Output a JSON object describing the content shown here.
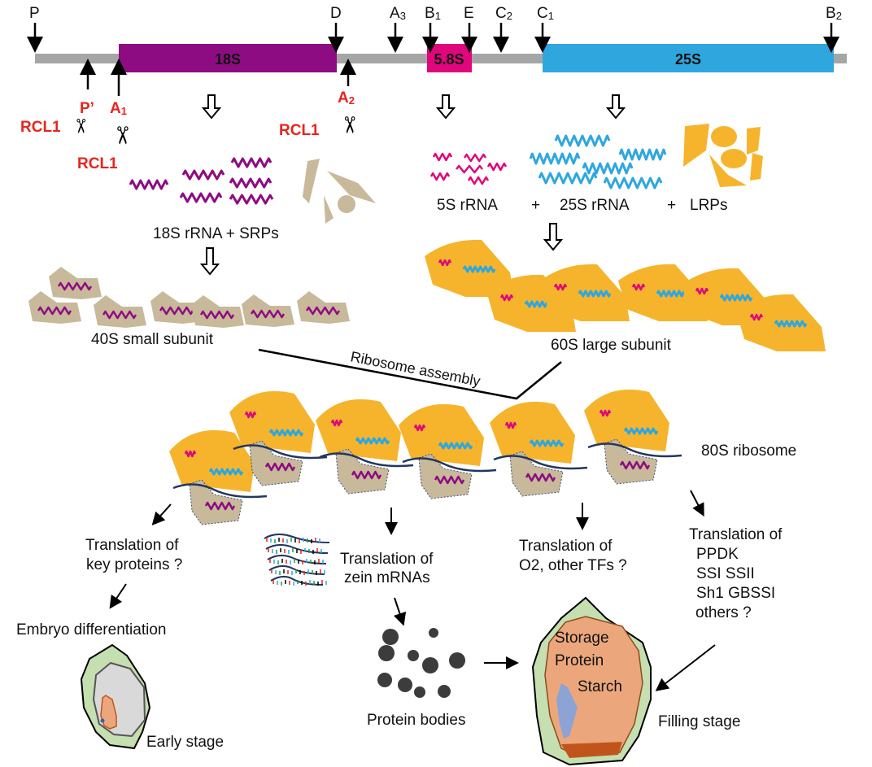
{
  "colors": {
    "spacer": "#a6a6a6",
    "rRNA_18S": "#8e0c82",
    "rRNA_5_8S": "#e0067c",
    "rRNA_25S": "#2fa7de",
    "small_subunit": "#c8b99a",
    "large_subunit": "#f6b42d",
    "rcl1_label": "#e8241d",
    "seed_pericarp": "#c5dfb0",
    "endosperm_early": "#d9d9d9",
    "endosperm_filling": "#eba77b",
    "embryo": "#8ca3d6",
    "protein_body": "#3c3c3c"
  },
  "pre_rRNA": {
    "segments": [
      {
        "id": "18S",
        "label": "18S"
      },
      {
        "id": "5.8S",
        "label": "5.8S"
      },
      {
        "id": "25S",
        "label": "25S"
      }
    ],
    "top_sites": [
      {
        "base": "P",
        "sub": ""
      },
      {
        "base": "D",
        "sub": ""
      },
      {
        "base": "A",
        "sub": "3"
      },
      {
        "base": "B",
        "sub": "1"
      },
      {
        "base": "E",
        "sub": ""
      },
      {
        "base": "C",
        "sub": "2"
      },
      {
        "base": "C",
        "sub": "1"
      },
      {
        "base": "B",
        "sub": "2"
      }
    ],
    "bottom_sites": [
      {
        "base": "P’",
        "sub": ""
      },
      {
        "base": "A",
        "sub": "1"
      },
      {
        "base": "A",
        "sub": "2"
      }
    ],
    "cleavage_enzyme": "RCL1"
  },
  "components": {
    "small": "18S rRNA + SRPs",
    "large_5s": "5S rRNA",
    "plus": "+",
    "large_25s": "25S rRNA",
    "large_lrps": "LRPs"
  },
  "subunits": {
    "small": "40S small subunit",
    "large": "60S large subunit",
    "assembly": "Ribosome assembly",
    "full": "80S ribosome"
  },
  "outcomes": {
    "key_proteins": [
      "Translation of",
      "key proteins ?"
    ],
    "zein": [
      "Translation of",
      "zein mRNAs"
    ],
    "o2": [
      "Translation of",
      "O2, other TFs ?"
    ],
    "starch_genes": [
      "Translation of",
      "PPDK",
      "SSI SSII",
      "Sh1 GBSSI",
      "others ?"
    ],
    "embryo_diff": "Embryo differentiation",
    "early_stage": "Early stage",
    "protein_bodies": "Protein bodies",
    "filling_stage": "Filling stage",
    "seed_labels": [
      "Storage",
      "Protein",
      "Starch"
    ]
  }
}
